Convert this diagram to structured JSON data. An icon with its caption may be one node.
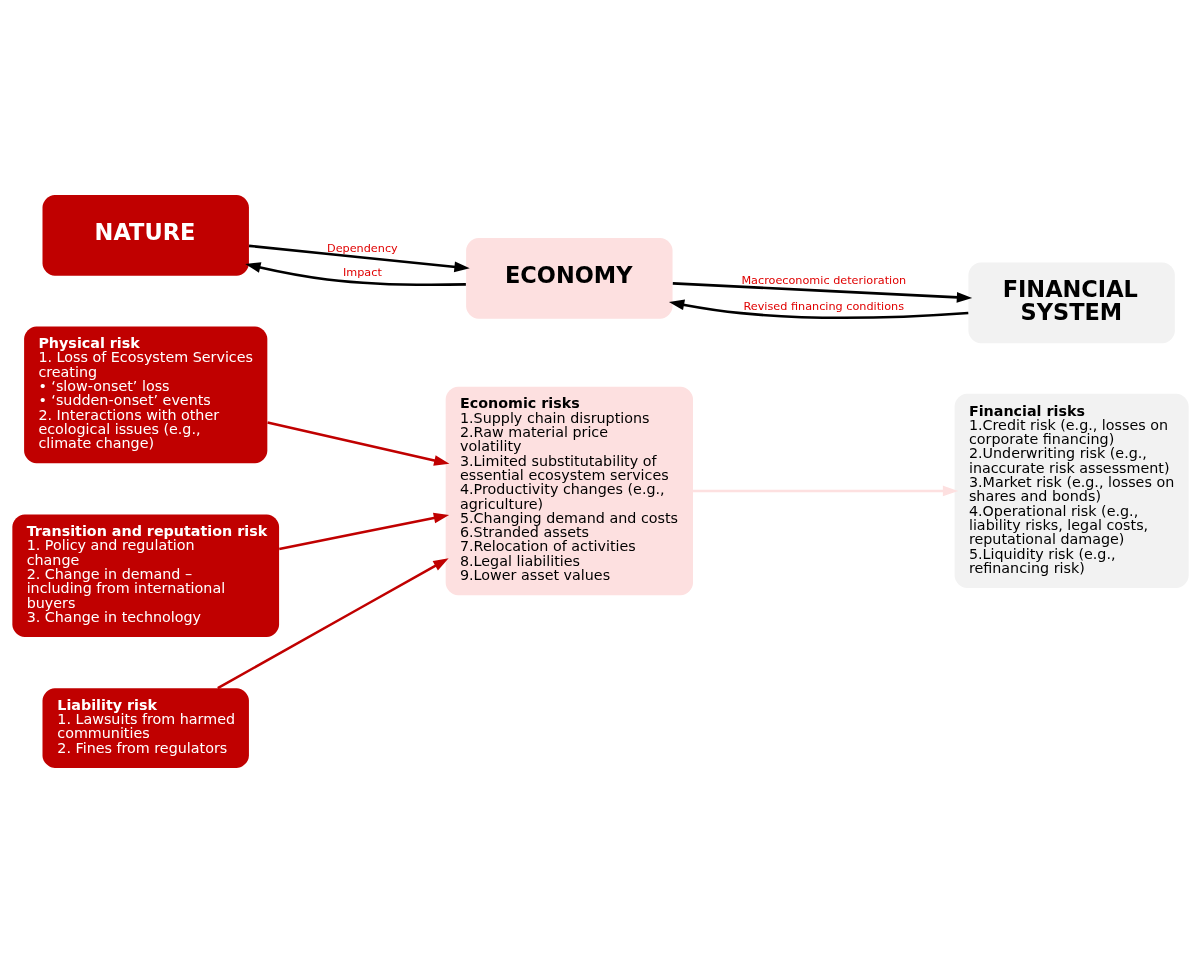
{
  "diagram": {
    "nodes": [
      {
        "text": [
          "NATURE"
        ]
      },
      {
        "text": [
          "ECONOMY"
        ]
      },
      {
        "text": [
          "FINANCIAL SYSTEM"
        ]
      },
      {
        "text": [
          "Physical risk",
          "1. Loss of Ecosystem Services creating",
          "• ‘slow-onset’ loss",
          "• ‘sudden-onset’ events",
          "2. Interactions with other ecological issues (e.g., climate change)"
        ]
      },
      {
        "text": [
          "Transition and reputation risk",
          "1. Policy and regulation change",
          "2. Change in demand – including from international buyers",
          "3. Change in technology"
        ]
      },
      {
        "text": [
          "Liability risk",
          "1. Lawsuits from harmed communities",
          "2. Fines from regulators"
        ]
      },
      {
        "text": [
          "Economic risks",
          "1.Supply chain disruptions",
          "2.Raw material price volatility",
          "3.Limited substitutability of essential ecosystem services",
          "4.Productivity changes (e.g., agriculture)",
          "5.Changing demand and costs",
          "6.Stranded assets",
          "7.Relocation of activities",
          "8.Legal liabilities",
          "9.Lower asset values"
        ]
      },
      {
        "text": [
          "Financial risks",
          "1.Credit risk (e.g., losses on corporate financing)",
          "2.Underwriting risk (e.g., inaccurate risk assessment)",
          "3.Market risk (e.g., losses on shares and bonds)",
          "4.Operational risk (e.g., liability risks, legal costs, reputational damage)",
          "5.Liquidity risk (e.g., refinancing risk)"
        ]
      }
    ],
    "edges": [
      {
        "from": 0,
        "to": 1,
        "arrow": "to",
        "label": "Dependency"
      },
      {
        "from": 1,
        "to": 0,
        "arrow": "to",
        "label": "Impact"
      },
      {
        "from": 1,
        "to": 2,
        "arrow": "to",
        "label": "Macroeconomic deterioration"
      },
      {
        "from": 2,
        "to": 1,
        "arrow": "to",
        "label": "Revised financing conditions"
      },
      {
        "from": 3,
        "to": 6,
        "arrow": "to",
        "color": "#c00000"
      },
      {
        "from": 4,
        "to": 6,
        "arrow": "to",
        "color": "#c00000"
      },
      {
        "from": 5,
        "to": 6,
        "arrow": "to",
        "color": "#c00000"
      },
      {
        "from": 6,
        "to": 7,
        "arrow": "to",
        "color": "#fde0e0"
      }
    ]
  }
}
